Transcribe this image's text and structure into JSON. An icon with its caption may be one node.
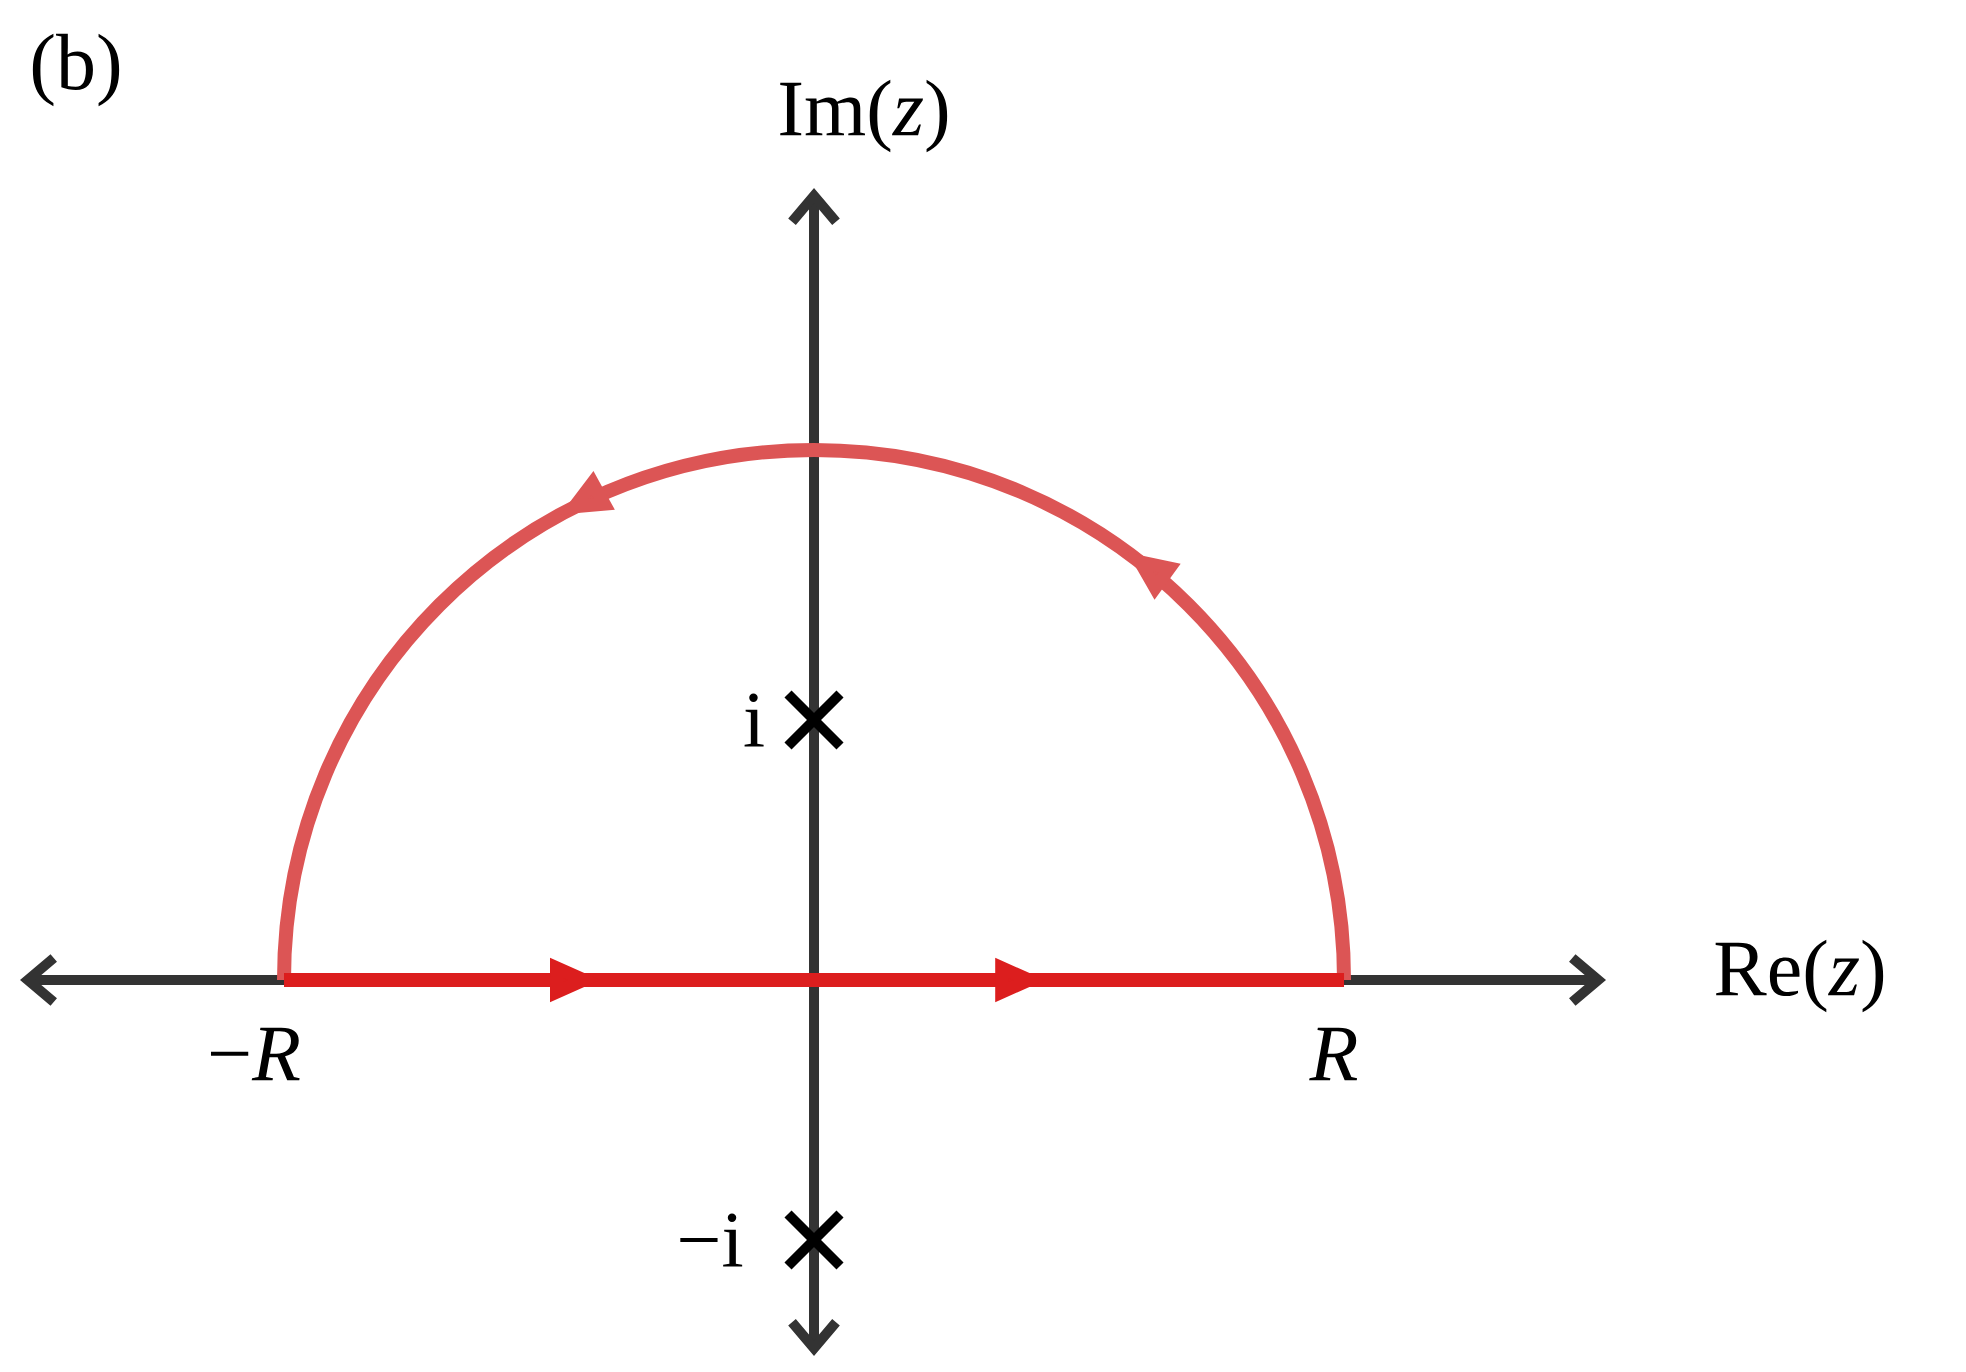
{
  "diagram": {
    "labels": [
      "(b)",
      "Im(*z*)",
      "i",
      "Re(*z*)",
      "−*R*",
      "*R*",
      "−i"
    ]
  }
}
